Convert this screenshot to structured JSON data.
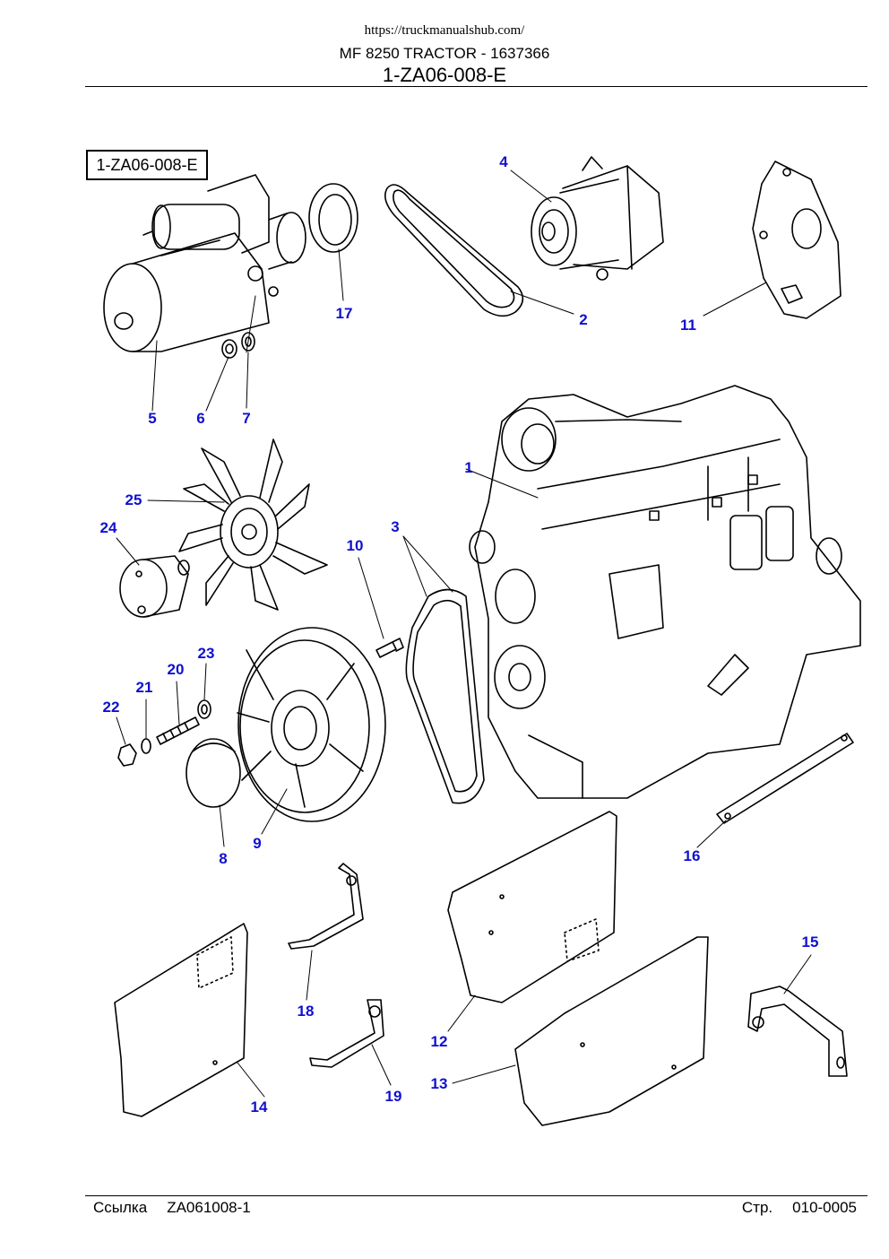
{
  "header": {
    "url": "https://truckmanualshub.com/",
    "title": "MF 8250 TRACTOR - 1637366",
    "subtitle": "1-ZA06-008-E"
  },
  "diagram": {
    "id_box": "1-ZA06-008-E",
    "callouts": [
      "1",
      "2",
      "3",
      "4",
      "5",
      "6",
      "7",
      "8",
      "9",
      "10",
      "11",
      "12",
      "13",
      "14",
      "15",
      "16",
      "17",
      "18",
      "19",
      "20",
      "21",
      "22",
      "23",
      "24",
      "25"
    ],
    "callout_color": "#1010d0"
  },
  "footer": {
    "ref_label": "Ссылка",
    "ref_value": "ZA061008-1",
    "page_label": "Стр.",
    "page_value": "010-0005"
  }
}
